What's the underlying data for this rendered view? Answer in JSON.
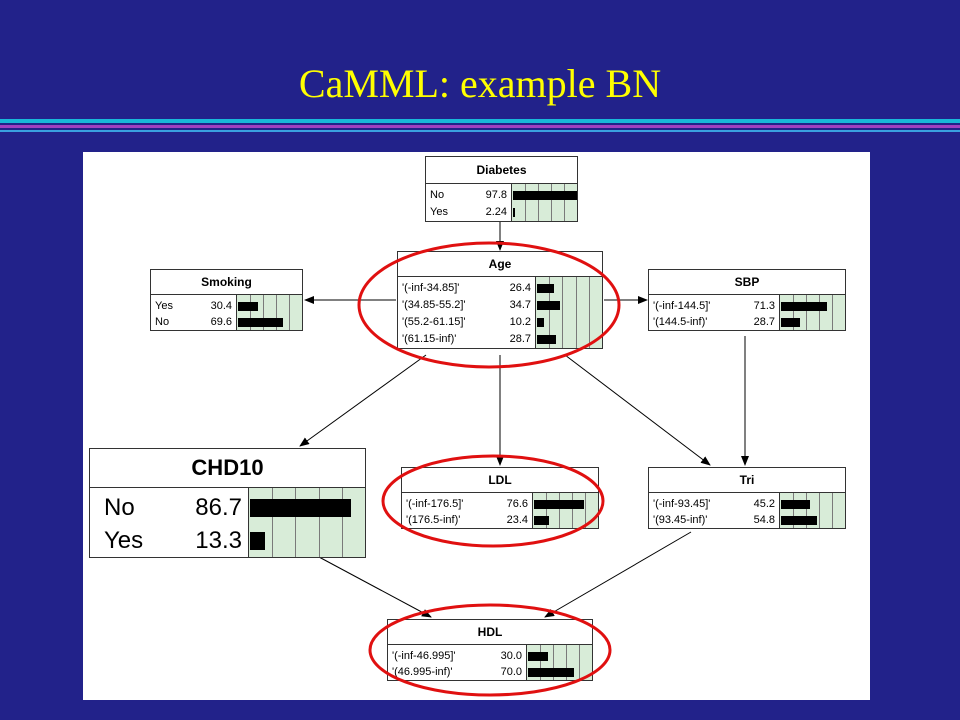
{
  "title": "CaMML: example BN",
  "nodes": [
    {
      "id": "diabetes",
      "name": "Diabetes",
      "states": [
        {
          "label": "No",
          "value": "97.8",
          "prob": 97.8
        },
        {
          "label": "Yes",
          "value": "2.24",
          "prob": 2.24
        }
      ]
    },
    {
      "id": "age",
      "name": "Age",
      "states": [
        {
          "label": "'(-inf-34.85]'",
          "value": "26.4",
          "prob": 26.4
        },
        {
          "label": "'(34.85-55.2]'",
          "value": "34.7",
          "prob": 34.7
        },
        {
          "label": "'(55.2-61.15]'",
          "value": "10.2",
          "prob": 10.2
        },
        {
          "label": "'(61.15-inf)'",
          "value": "28.7",
          "prob": 28.7
        }
      ]
    },
    {
      "id": "smoking",
      "name": "Smoking",
      "states": [
        {
          "label": "Yes",
          "value": "30.4",
          "prob": 30.4
        },
        {
          "label": "No",
          "value": "69.6",
          "prob": 69.6
        }
      ]
    },
    {
      "id": "sbp",
      "name": "SBP",
      "states": [
        {
          "label": "'(-inf-144.5]'",
          "value": "71.3",
          "prob": 71.3
        },
        {
          "label": "'(144.5-inf)'",
          "value": "28.7",
          "prob": 28.7
        }
      ]
    },
    {
      "id": "chd10",
      "name": "CHD10",
      "states": [
        {
          "label": "No",
          "value": "86.7",
          "prob": 86.7
        },
        {
          "label": "Yes",
          "value": "13.3",
          "prob": 13.3
        }
      ]
    },
    {
      "id": "ldl",
      "name": "LDL",
      "states": [
        {
          "label": "'(-inf-176.5]'",
          "value": "76.6",
          "prob": 76.6
        },
        {
          "label": "'(176.5-inf)'",
          "value": "23.4",
          "prob": 23.4
        }
      ]
    },
    {
      "id": "tri",
      "name": "Tri",
      "states": [
        {
          "label": "'(-inf-93.45]'",
          "value": "45.2",
          "prob": 45.2
        },
        {
          "label": "'(93.45-inf)'",
          "value": "54.8",
          "prob": 54.8
        }
      ]
    },
    {
      "id": "hdl",
      "name": "HDL",
      "states": [
        {
          "label": "'(-inf-46.995]'",
          "value": "30.0",
          "prob": 30.0
        },
        {
          "label": "'(46.995-inf)'",
          "value": "70.0",
          "prob": 70.0
        }
      ]
    }
  ],
  "edges": [
    {
      "from": "diabetes",
      "to": "age"
    },
    {
      "from": "age",
      "to": "smoking"
    },
    {
      "from": "age",
      "to": "sbp"
    },
    {
      "from": "age",
      "to": "chd10"
    },
    {
      "from": "age",
      "to": "ldl"
    },
    {
      "from": "age",
      "to": "tri"
    },
    {
      "from": "sbp",
      "to": "tri"
    },
    {
      "from": "chd10",
      "to": "hdl"
    },
    {
      "from": "tri",
      "to": "hdl"
    }
  ],
  "highlighted_nodes": [
    "age",
    "ldl",
    "hdl"
  ],
  "colors": {
    "background": "#22228a",
    "title": "#ffff00",
    "highlight": "#e01010",
    "bar_area": "#d8ecd8"
  }
}
